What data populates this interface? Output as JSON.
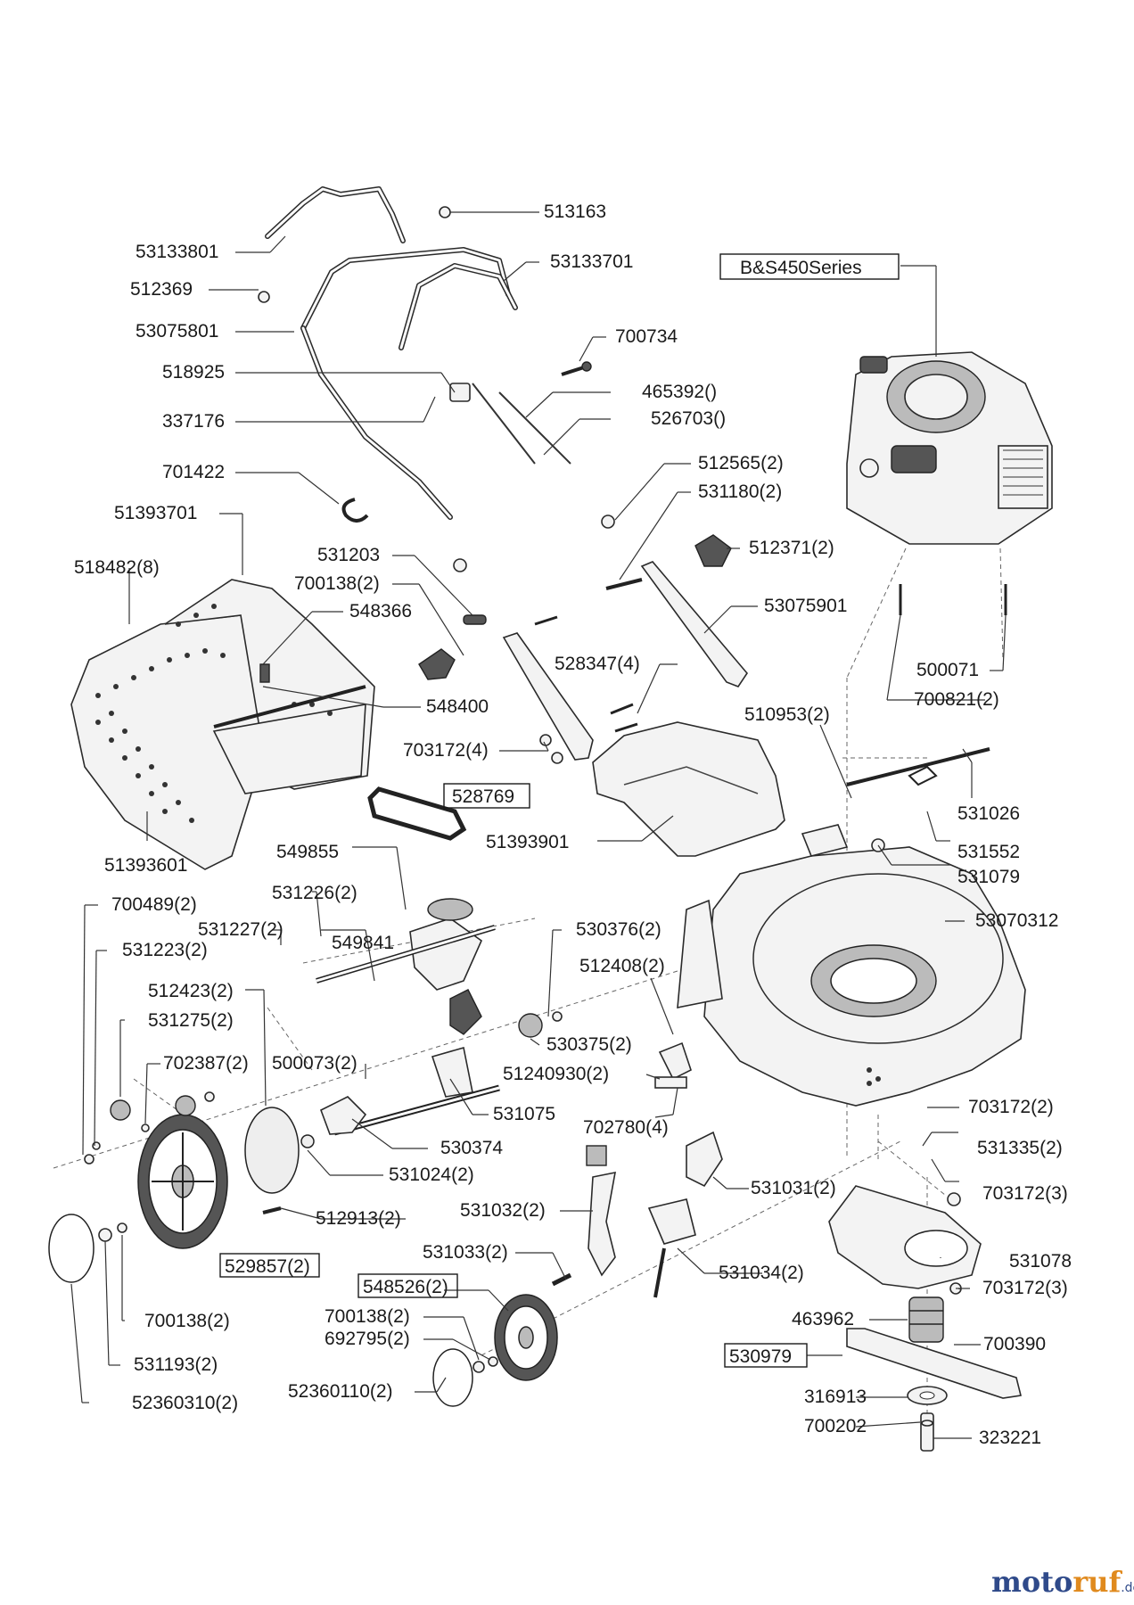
{
  "labels": {
    "p513163": "513163",
    "p53133801": "53133801",
    "p53133701": "53133701",
    "p512369": "512369",
    "p53075801": "53075801",
    "p700734": "700734",
    "p518925": "518925",
    "p465392": "465392()",
    "p337176": "337176",
    "p526703": "526703()",
    "p701422": "701422",
    "p512565": "512565(2)",
    "p531180": "531180(2)",
    "p51393701": "51393701",
    "p512371": "512371(2)",
    "p518482": "518482(8)",
    "p531203": "531203",
    "p700138a": "700138(2)",
    "p548366": "548366",
    "p53075901": "53075901",
    "p528347": "528347(4)",
    "p548400": "548400",
    "p500071": "500071",
    "p700821": "700821(2)",
    "p510953": "510953(2)",
    "p703172a": "703172(4)",
    "p528769": "528769",
    "p531026": "531026",
    "p51393901": "51393901",
    "p51393601": "51393601",
    "p549855": "549855",
    "p531552": "531552",
    "p531079": "531079",
    "p531226": "531226(2)",
    "p700489": "700489(2)",
    "p531227": "531227(2)",
    "p549841": "549841",
    "p530376": "530376(2)",
    "p53070312": "53070312",
    "p531223": "531223(2)",
    "p512408": "512408(2)",
    "p512423": "512423(2)",
    "p531275": "531275(2)",
    "p530375": "530375(2)",
    "p702387": "702387(2)",
    "p500073": "500073(2)",
    "p51240930": "51240930(2)",
    "p531075": "531075",
    "p703172b": "703172(2)",
    "p702780": "702780(4)",
    "p530374": "530374",
    "p531335": "531335(2)",
    "p531024": "531024(2)",
    "p531031": "531031(2)",
    "p703172c": "703172(3)",
    "p531032": "531032(2)",
    "p512913": "512913(2)",
    "p531078": "531078",
    "p529857": "529857(2)",
    "p531033": "531033(2)",
    "p531034": "531034(2)",
    "p548526": "548526(2)",
    "p703172d": "703172(3)",
    "p700138b": "700138(2)",
    "p463962": "463962",
    "p700138c": "700138(2)",
    "p692795": "692795(2)",
    "p700390": "700390",
    "p530979": "530979",
    "p531193": "531193(2)",
    "p316913": "316913",
    "p52360110": "52360110(2)",
    "p52360310": "52360310(2)",
    "p700202": "700202",
    "p323221": "323221",
    "engine": "B&S450Series"
  },
  "watermark": {
    "part1": "moto",
    "part2": "ruf",
    "suffix": ".de"
  }
}
